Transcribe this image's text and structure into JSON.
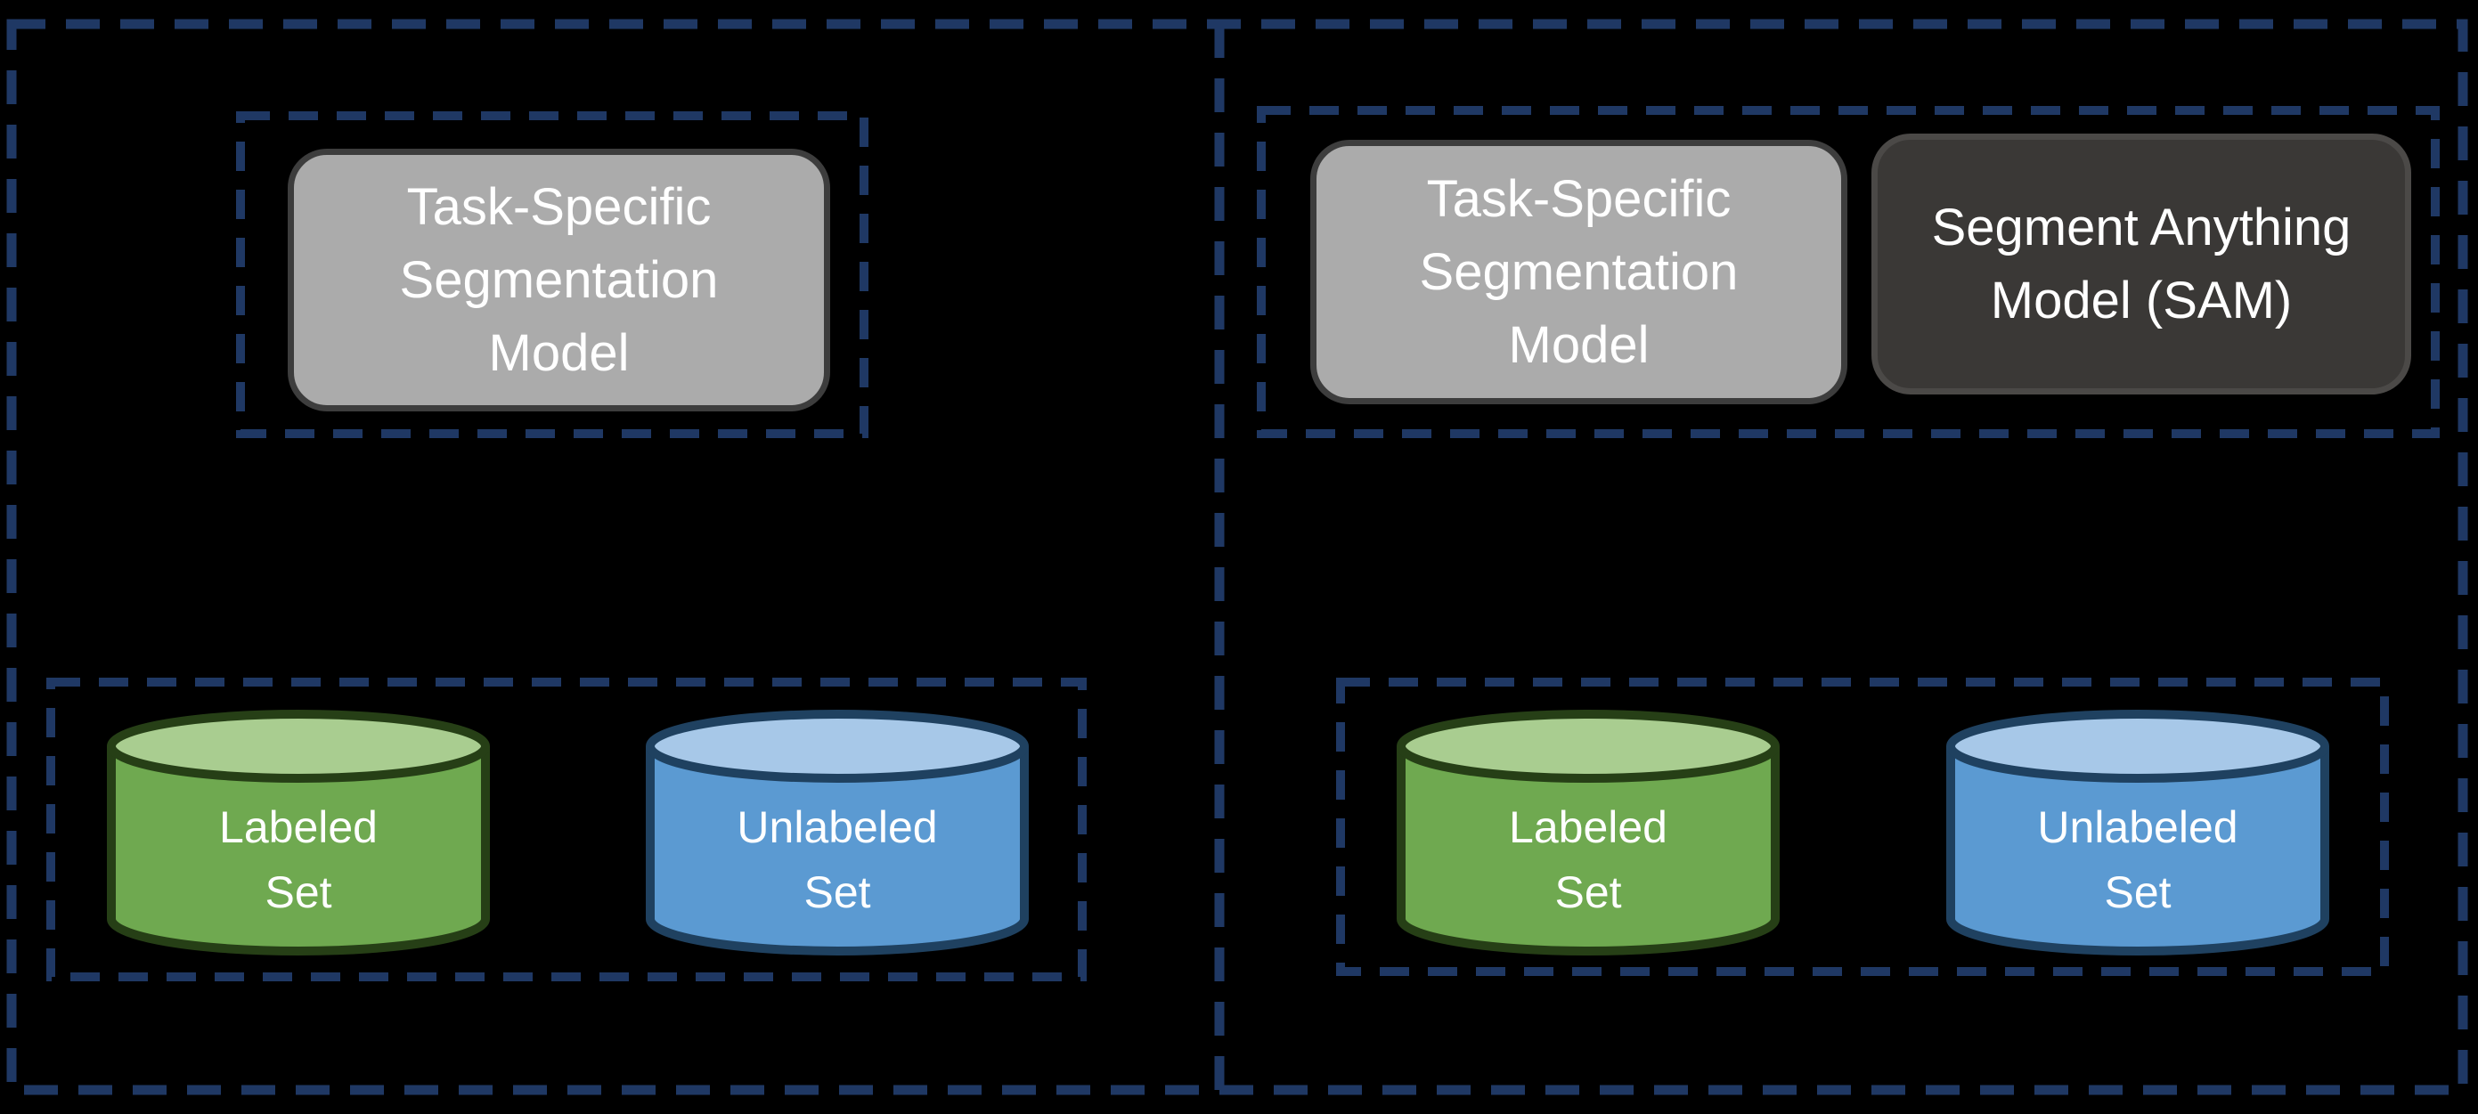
{
  "colors": {
    "background": "#000000",
    "dashed_frame": "#1f3864",
    "task_model_box_fill": "#ababab",
    "task_model_box_border": "#3d3d3d",
    "sam_box_fill": "#3a3836",
    "sam_box_border": "#4b4947",
    "labeled_cylinder_body": "#6fa950",
    "labeled_cylinder_top": "#a9cd90",
    "labeled_cylinder_outline": "#263f16",
    "unlabeled_cylinder_body": "#5b9ad2",
    "unlabeled_cylinder_top": "#a7c8e8",
    "unlabeled_cylinder_outline": "#1f4160",
    "label_text": "#ffffff"
  },
  "panels": {
    "left": {
      "model_box": {
        "line1": "Task-Specific",
        "line2": "Segmentation",
        "line3": "Model"
      },
      "labeled_set": {
        "line1": "Labeled",
        "line2": "Set"
      },
      "unlabeled_set": {
        "line1": "Unlabeled",
        "line2": "Set"
      }
    },
    "right": {
      "model_box": {
        "line1": "Task-Specific",
        "line2": "Segmentation",
        "line3": "Model"
      },
      "sam_box": {
        "line1": "Segment Anything",
        "line2": "Model (SAM)"
      },
      "labeled_set": {
        "line1": "Labeled",
        "line2": "Set"
      },
      "unlabeled_set": {
        "line1": "Unlabeled",
        "line2": "Set"
      }
    }
  }
}
